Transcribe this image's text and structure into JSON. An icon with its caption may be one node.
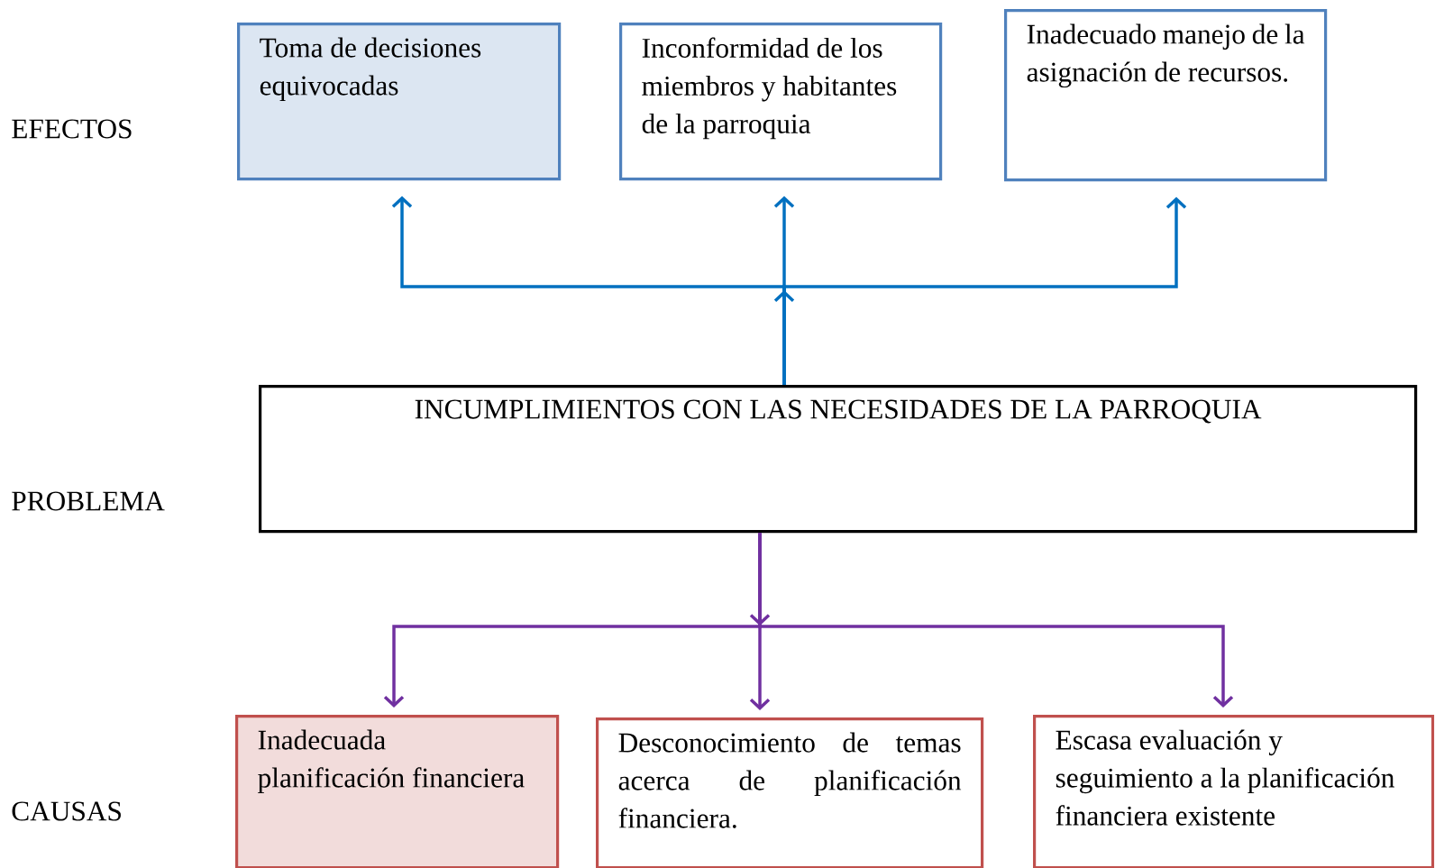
{
  "diagram": {
    "nodes": [
      {
        "text": [
          "Toma de decisiones equivocadas"
        ]
      },
      {
        "text": [
          "Inconformidad de los miembros y habitantes de la parroquia"
        ]
      },
      {
        "text": [
          "Inadecuado manejo de la asignación de recursos."
        ]
      },
      {
        "text": [
          "INCUMPLIMIENTOS CON LAS NECESIDADES DE LA PARROQUIA"
        ]
      },
      {
        "text": [
          "Inadecuada planificación financiera"
        ]
      },
      {
        "text": [
          "Desconocimiento de temas acerca de planificación financiera."
        ]
      },
      {
        "text": [
          "Escasa evaluación y seguimiento a la planificación financiera existente"
        ]
      }
    ],
    "edges": [
      {
        "from": 3,
        "to": 0,
        "arrow": "to",
        "color": "#0070c0"
      },
      {
        "from": 3,
        "to": 1,
        "arrow": "to",
        "color": "#0070c0"
      },
      {
        "from": 3,
        "to": 2,
        "arrow": "to",
        "color": "#0070c0"
      },
      {
        "from": 3,
        "to": 4,
        "arrow": "to",
        "color": "#7030a0"
      },
      {
        "from": 3,
        "to": 5,
        "arrow": "to",
        "color": "#7030a0"
      },
      {
        "from": 3,
        "to": 6,
        "arrow": "to",
        "color": "#7030a0"
      }
    ],
    "labels": [
      "EFECTOS",
      "PROBLEMA",
      "CAUSAS"
    ]
  }
}
